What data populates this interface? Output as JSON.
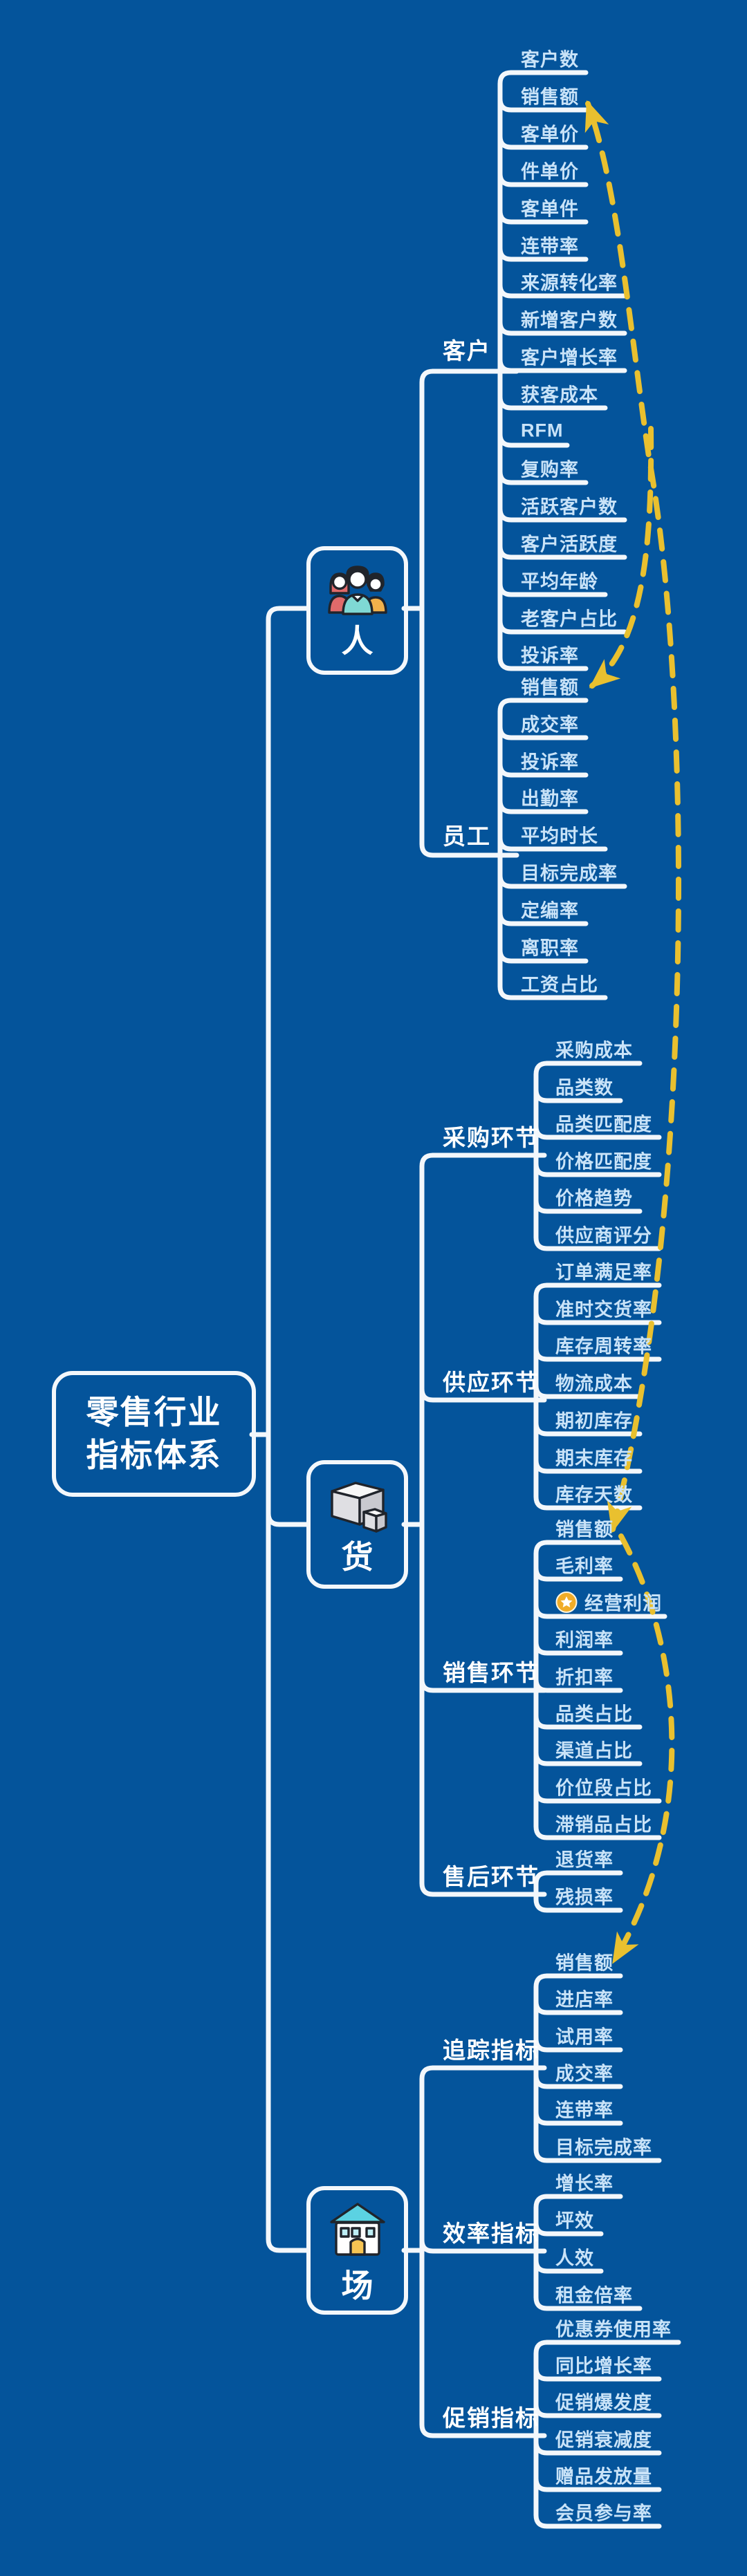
{
  "root": {
    "line1": "零售行业",
    "line2": "指标体系"
  },
  "branches": [
    {
      "char": "人",
      "icon": "people-icon",
      "sections": [
        {
          "label": "客户",
          "children": [
            "客户数",
            "销售额",
            "客单价",
            "件单价",
            "客单件",
            "连带率",
            "来源转化率",
            "新增客户数",
            "客户增长率",
            "获客成本",
            "RFM",
            "复购率",
            "活跃客户数",
            "客户活跃度",
            "平均年龄",
            "老客户占比",
            "投诉率"
          ]
        },
        {
          "label": "员工",
          "children": [
            "销售额",
            "成交率",
            "投诉率",
            "出勤率",
            "平均时长",
            "目标完成率",
            "定编率",
            "离职率",
            "工资占比"
          ]
        }
      ]
    },
    {
      "char": "货",
      "icon": "goods-icon",
      "sections": [
        {
          "label": "采购环节",
          "children": [
            "采购成本",
            "品类数",
            "品类匹配度",
            "价格匹配度",
            "价格趋势",
            "供应商评分"
          ]
        },
        {
          "label": "供应环节",
          "children": [
            "订单满足率",
            "准时交货率",
            "库存周转率",
            "物流成本",
            "期初库存",
            "期末库存",
            "库存天数"
          ]
        },
        {
          "label": "销售环节",
          "children": [
            "销售额",
            "毛利率",
            "经营利润",
            "利润率",
            "折扣率",
            "品类占比",
            "渠道占比",
            "价位段占比",
            "滞销品占比"
          ],
          "marker": {
            "index": 2,
            "icon": "star-icon"
          }
        },
        {
          "label": "售后环节",
          "children": [
            "退货率",
            "残损率"
          ]
        }
      ]
    },
    {
      "char": "场",
      "icon": "store-icon",
      "sections": [
        {
          "label": "追踪指标",
          "children": [
            "销售额",
            "进店率",
            "试用率",
            "成交率",
            "连带率",
            "目标完成率"
          ]
        },
        {
          "label": "效率指标",
          "children": [
            "增长率",
            "坪效",
            "人效",
            "租金倍率"
          ]
        },
        {
          "label": "促销指标",
          "children": [
            "优惠券使用率",
            "同比增长率",
            "促销爆发度",
            "促销衰减度",
            "赠品发放量",
            "会员参与率"
          ]
        }
      ]
    }
  ],
  "relations": [
    {
      "from": "销售环节.销售额",
      "to": "客户.销售额"
    },
    {
      "from": "销售环节.销售额",
      "to": "员工.销售额"
    },
    {
      "from": "销售环节.销售额",
      "to": "追踪指标.销售额"
    }
  ],
  "colors": {
    "background": "#04549b",
    "line": "#f3f7fb",
    "leaf_text": "#c9e3f8",
    "label_text": "#ffffff",
    "arrow": "#e9c02f",
    "star_badge": "#f0ac28"
  }
}
